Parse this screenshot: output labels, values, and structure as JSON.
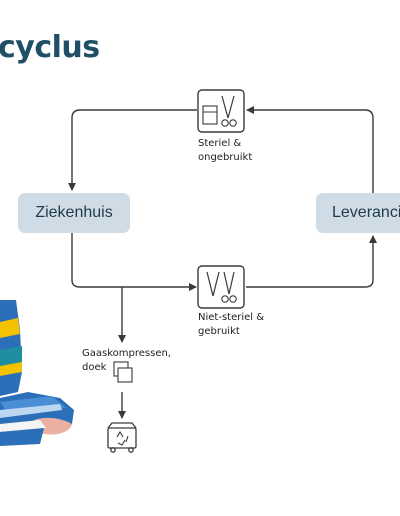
{
  "title": "cyclus",
  "nodes": {
    "hospital": "Ziekenhuis",
    "supplier": "Leverancier"
  },
  "labels": {
    "sterile": "Steriel &\nongebruikt",
    "nonsterile": "Niet-steriel &\ngebruikt",
    "gauze": "Gaaskompressen,\ndoek"
  },
  "icons": [
    "instruments-in-package-icon",
    "scissors-forceps-icon",
    "gauze-icon",
    "recycling-bin-icon",
    "patient-feet-illustration"
  ],
  "colors": {
    "title": "#1f4f66",
    "node_fill": "#cfdce6",
    "lines": "#3a3a3a",
    "drape_blue": "#2b6fb8",
    "stripe_yellow": "#f5c200",
    "stripe_teal": "#1e8fa0"
  }
}
